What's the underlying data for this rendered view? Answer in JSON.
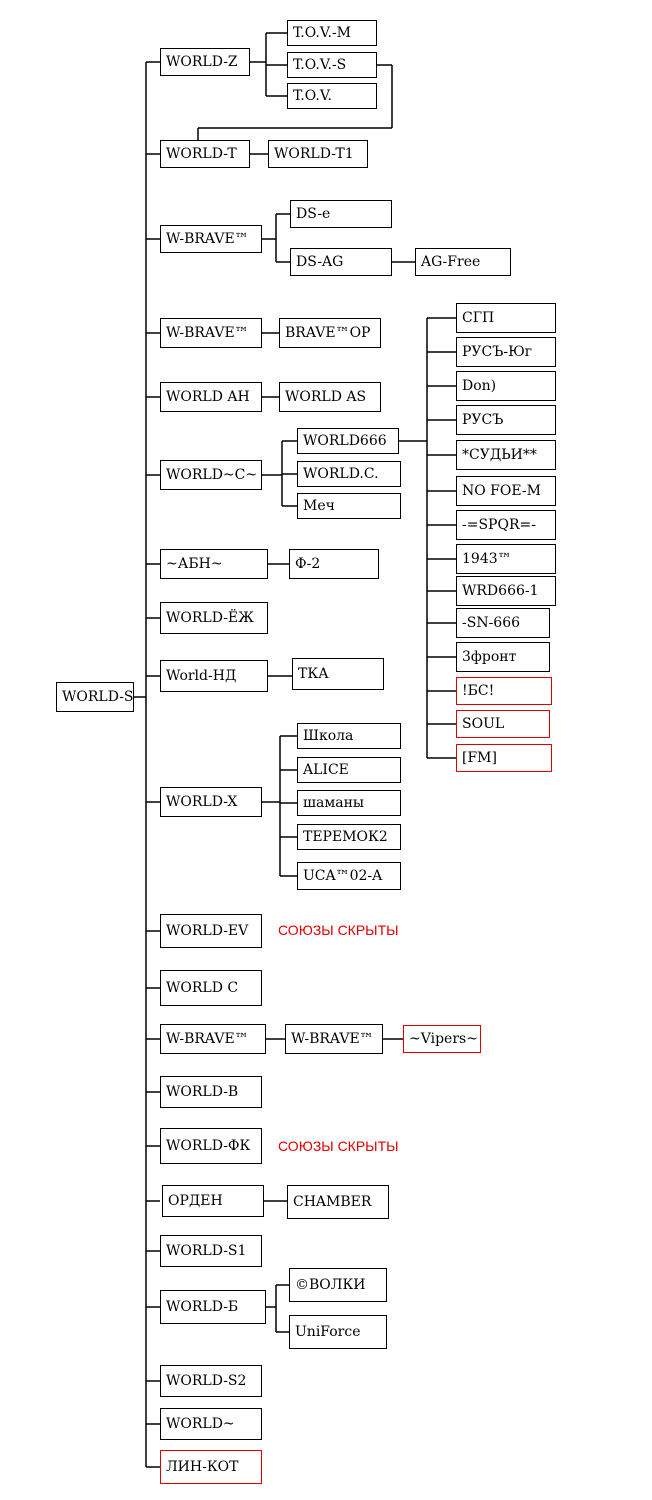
{
  "nodes": {
    "root": "WORLD-S",
    "z": "WORLD-Z",
    "tovm": "T.O.V.-M",
    "tovs": "T.O.V.-S",
    "tov": "T.O.V.",
    "t": "WORLD-T",
    "t1": "WORLD-T1",
    "wb1": "W-BRAVE™",
    "dse": "DS-e",
    "dsag": "DS-AG",
    "agfree": "AG-Free",
    "wb2": "W-BRAVE™",
    "braveop": "BRAVE™OP",
    "ah": "WORLD AH",
    "as": "WORLD AS",
    "wc": "WORLD~C~",
    "w666": "WORLD666",
    "wcdot": "WORLD.C.",
    "mech": "Меч",
    "sgp": "СГП",
    "rusyug": "РУСЪ-Юг",
    "don": "Don)",
    "rus": "РУСЪ",
    "sudi": "*СУДЬИ**",
    "nofoe": "NO FOE-M",
    "spqr": "-=SPQR=-",
    "y1943": "1943™",
    "wrd666": "WRD666-1",
    "sn666": "-SN-666",
    "front": "3фронт",
    "bs": "!БС!",
    "soul": "SOUL",
    "fm": "[FM]",
    "abn": "~АБН~",
    "f2": "Ф-2",
    "ej": "WORLD-ЁЖ",
    "nd": "World-НД",
    "tka": "ТКА",
    "x": "WORLD-X",
    "shkola": "Школа",
    "alice": "ALICE",
    "shamany": "шаманы",
    "teremok": "ТЕРЕМОК2",
    "uca": "UCA™02-A",
    "ev": "WORLD-EV",
    "worldc": "WORLD C",
    "wb3": "W-BRAVE™",
    "wb4": "W-BRAVE™",
    "vipers": "~Vipers~",
    "b": "WORLD-B",
    "fk": "WORLD-ФК",
    "orden": "ОРДЕН",
    "chamber": "CHAMBER",
    "s1": "WORLD-S1",
    "wbb": "WORLD-Б",
    "volki": "©ВОЛКИ",
    "uniforce": "UniForce",
    "s2": "WORLD-S2",
    "wtilde": "WORLD~",
    "linkot": "ЛИН-КОТ"
  },
  "notes": {
    "ev_hidden": "СОЮЗЫ СКРЫТЫ",
    "fk_hidden": "СОЮЗЫ СКРЫТЫ"
  },
  "colors": {
    "line": "#000000",
    "highlight": "#e00000"
  }
}
